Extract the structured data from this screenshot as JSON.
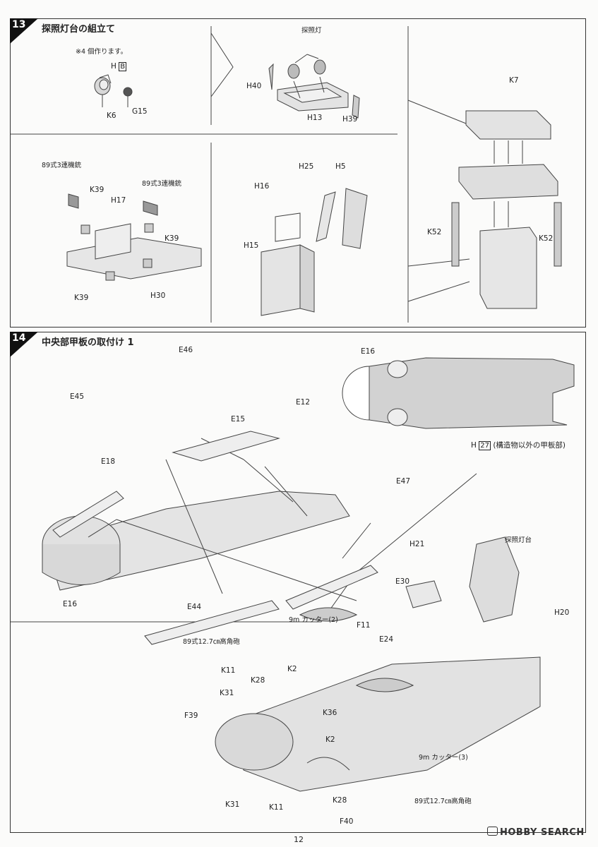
{
  "page": {
    "number": "12"
  },
  "watermark": "HOBBY SEARCH",
  "step13": {
    "number": "13",
    "title": "探照灯台の組立て",
    "note": "※4 個作ります。",
    "labels": {
      "hB_prefix": "H",
      "hB_box": "B",
      "k6": "K6",
      "g15": "G15",
      "searchlight": "探照灯",
      "h40": "H40",
      "h13": "H13",
      "h39": "H39",
      "k7": "K7",
      "k52a": "K52",
      "k52b": "K52",
      "mg89a": "89式3連機銃",
      "mg89b": "89式3連機銃",
      "k39a": "K39",
      "k39b": "K39",
      "k39c": "K39",
      "h17": "H17",
      "h30": "H30",
      "h25": "H25",
      "h5": "H5",
      "h16": "H16",
      "h15": "H15"
    }
  },
  "step14": {
    "number": "14",
    "title": "中央部甲板の取付け 1",
    "labels": {
      "e46": "E46",
      "e45": "E45",
      "e15": "E15",
      "e12": "E12",
      "e18": "E18",
      "e47": "E47",
      "e16a": "E16",
      "e16b": "E16",
      "e44": "E44",
      "h27_prefix": "H",
      "h27_box": "27",
      "h27_desc": "(構造物以外の甲板部)",
      "h21": "H21",
      "searchlight_platform": "探照灯台",
      "e30": "E30",
      "h20": "H20",
      "cutter2": "9m カッター(2)",
      "f11": "F11",
      "e24": "E24",
      "gun89a": "89式12.7㎝高角砲",
      "gun89b": "89式12.7㎝高角砲",
      "k11a": "K11",
      "k11b": "K11",
      "k2a": "K2",
      "k2b": "K2",
      "k28a": "K28",
      "k28b": "K28",
      "k31a": "K31",
      "k31b": "K31",
      "f39": "F39",
      "k36": "K36",
      "cutter3": "9m カッター(3)",
      "f40": "F40"
    }
  }
}
